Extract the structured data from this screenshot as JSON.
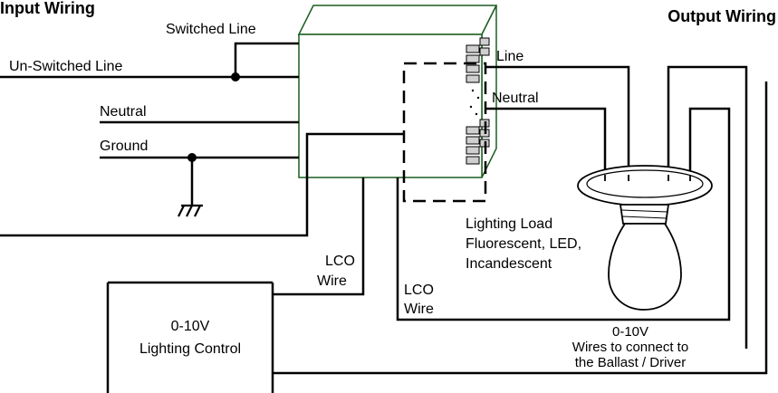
{
  "titles": {
    "input": "Input Wiring",
    "output": "Output Wiring"
  },
  "labels": {
    "switched_line": "Switched Line",
    "unswitched_line": "Un-Switched Line",
    "neutral_in": "Neutral",
    "ground": "Ground",
    "line_out": "Line",
    "neutral_out": "Neutral",
    "load_1": "Lighting Load",
    "load_2": "Fluorescent, LED,",
    "load_3": "Incandescent",
    "lco_left_1": "LCO",
    "lco_left_2": "Wire",
    "lco_right_1": "LCO",
    "lco_right_2": "Wire",
    "control_1": "0-10V",
    "control_2": "Lighting Control",
    "wires_1": "0-10V",
    "wires_2": "Wires to connect to",
    "wires_3": "the Ballast / Driver"
  },
  "colors": {
    "wire": "#000000",
    "box_fill": "#ffffff",
    "box_edge": "#2e7d32"
  }
}
